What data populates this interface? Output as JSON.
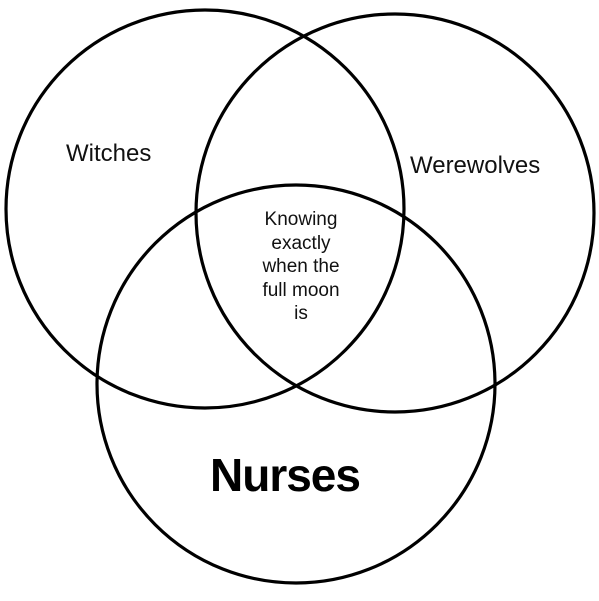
{
  "diagram": {
    "type": "venn",
    "sets": [
      {
        "key": "witches",
        "label": "Witches"
      },
      {
        "key": "werewolves",
        "label": "Werewolves"
      },
      {
        "key": "nurses",
        "label": "Nurses"
      }
    ],
    "intersection": {
      "sets": [
        "witches",
        "werewolves",
        "nurses"
      ],
      "lines": [
        "Knowing",
        "exactly",
        "when the",
        "full moon",
        "is"
      ]
    },
    "stroke_color": "#000000",
    "background": "#ffffff"
  }
}
